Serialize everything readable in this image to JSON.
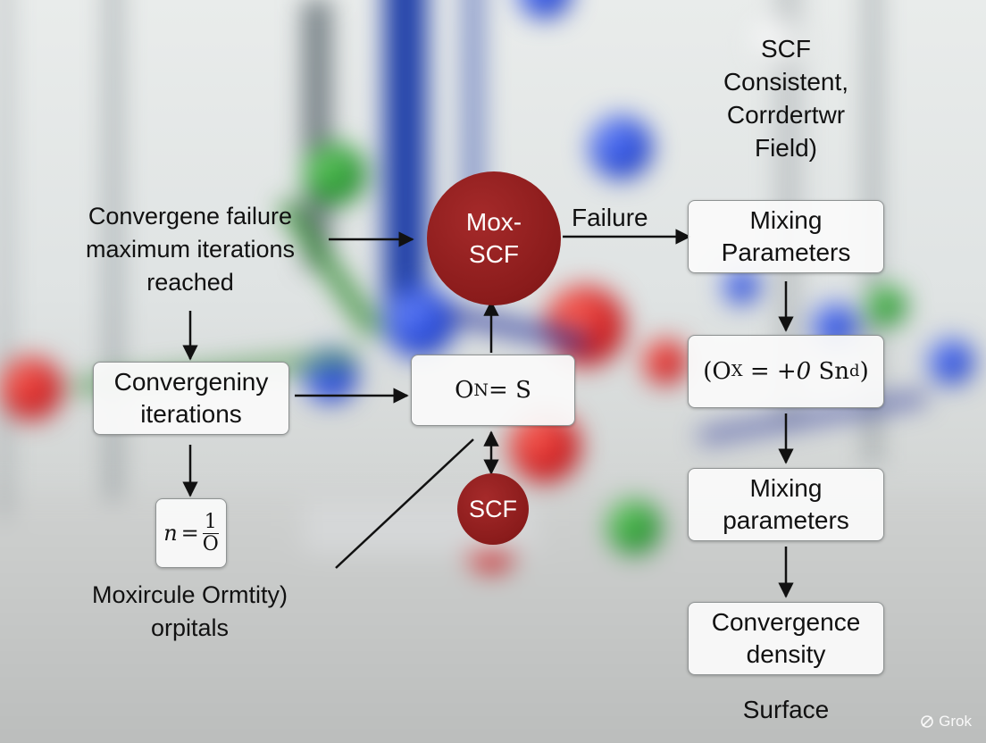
{
  "title": "SCF\nConsistent,\nCorrdertwr\nField)",
  "mox_scf": "Mox-\nSCF",
  "failure": "Failure",
  "failure_desc": "Convergene failure\nmaximum iterations\nreached",
  "converging_iterations": "Convergeniny\niterations",
  "on_eq": {
    "base": "O",
    "sub": "N",
    "rest": " = S"
  },
  "scf": "SCF",
  "formula_n": {
    "lhs": "n",
    "eq": "=",
    "num": "1",
    "den": "O"
  },
  "orbitals_label": "Moxircule Ormtity)\norpitals",
  "mixing_parameters_top": "Mixing\nParameters",
  "ox_formula": {
    "open": "(O",
    "sub1": "X",
    "mid": " = +",
    "zero": "0",
    "sn": " Sn",
    "sub2": "d",
    "close": ")"
  },
  "mixing_parameters_bottom": "Mixing\nparameters",
  "convergence_density": "Convergence\ndensity",
  "surface": "Surface",
  "watermark": "Grok",
  "colors": {
    "circle": "#8a1b1b",
    "arrow": "#111111"
  }
}
